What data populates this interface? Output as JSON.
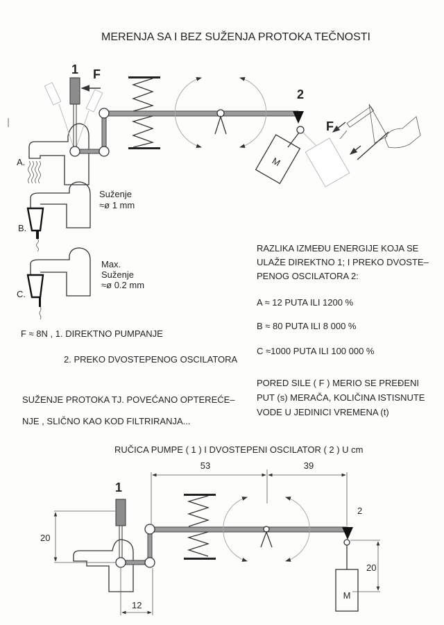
{
  "title": "MERENJA SA I BEZ SUŽENJA PROTOKA TEČNOSTI",
  "top_diagram": {
    "handle_label": "1",
    "force_label": "F",
    "oscillator_label": "2",
    "mass_label": "M",
    "force_label_right": "F",
    "pump_label": "A."
  },
  "variant_b": {
    "label": "B.",
    "note_line1": "Suženje",
    "note_line2": "≈ø 1 mm"
  },
  "variant_c": {
    "label": "C.",
    "note_line1": "Max.",
    "note_line2": "Suženje",
    "note_line3": "≈ø 0.2 mm"
  },
  "left_text": {
    "line1": "F ≈ 8N , 1. DIREKTNO PUMPANJE",
    "line2": "2. PREKO DVOSTEPENOG OSCILATORA",
    "line3": "SUŽENJE PROTOKA TJ. POVEĆANO OPTEREĆE–",
    "line4": "NJE , SLIČNO KAO KOD FILTRIRANJA..."
  },
  "right_text": {
    "intro1": "RAZLIKA IZMEĐU ENERGIJE KOJA SE",
    "intro2": "ULAŽE DIREKTNO 1; I PREKO DVOSTE–",
    "intro3": "PENOG OSCILATORA 2:",
    "a": "A ≈ 12 PUTA ILI  1200 %",
    "b": "B ≈ 80 PUTA ILI   8 000 %",
    "c": "C ≈1000 PUTA ILI 100 000 %",
    "note1": "PORED SILE ( F ) MERIO SE PREĐENI",
    "note2": "PUT (s) MERAČA, KOLIČINA ISTISNUTE",
    "note3": "VODE U JEDINICI VREMENA (t)"
  },
  "bottom_diagram": {
    "title": "RUČICA PUMPE ( 1 ) I DVOSTEPENI OSCILATOR ( 2 ) U cm",
    "handle_label": "1",
    "oscillator_label": "2",
    "mass_label": "M",
    "dim_left_arm": "53",
    "dim_right_arm": "39",
    "dim_handle_height": "20",
    "dim_handle_offset": "12",
    "dim_mass_drop": "20"
  }
}
